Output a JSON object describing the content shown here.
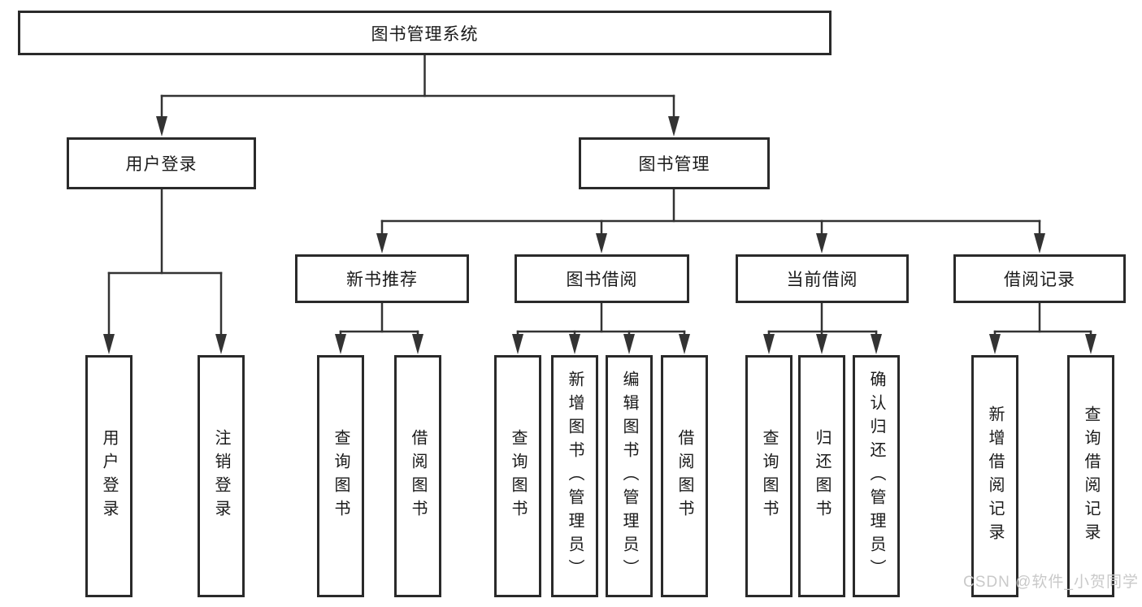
{
  "colors": {
    "background": "#ffffff",
    "box_border": "#2a2a2a",
    "connector": "#333333",
    "text": "#1a1a1a",
    "watermark": "#c9c9c9"
  },
  "tree": {
    "label": "图书管理系统",
    "children": [
      {
        "label": "用户登录",
        "children": [
          {
            "label": "用户登录"
          },
          {
            "label": "注销登录"
          }
        ]
      },
      {
        "label": "图书管理",
        "children": [
          {
            "label": "新书推荐",
            "children": [
              {
                "label": "查询图书"
              },
              {
                "label": "借阅图书"
              }
            ]
          },
          {
            "label": "图书借阅",
            "children": [
              {
                "label": "查询图书"
              },
              {
                "label": "新增图书（管理员）"
              },
              {
                "label": "编辑图书（管理员）"
              },
              {
                "label": "借阅图书"
              }
            ]
          },
          {
            "label": "当前借阅",
            "children": [
              {
                "label": "查询图书"
              },
              {
                "label": "归还图书"
              },
              {
                "label": "确认归还（管理员）"
              }
            ]
          },
          {
            "label": "借阅记录",
            "children": [
              {
                "label": "新增借阅记录"
              },
              {
                "label": "查询借阅记录"
              }
            ]
          }
        ]
      }
    ]
  },
  "watermark": {
    "text": "CSDN @软件_小贺同学"
  }
}
